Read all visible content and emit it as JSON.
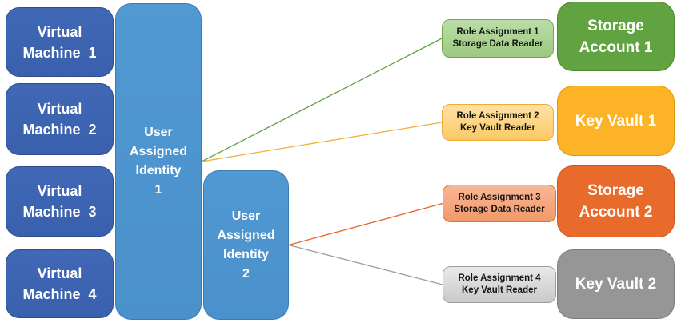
{
  "diagram": {
    "virtual_machines": [
      {
        "label": "Virtual\nMachine  1"
      },
      {
        "label": "Virtual\nMachine  2"
      },
      {
        "label": "Virtual\nMachine  3"
      },
      {
        "label": "Virtual\nMachine  4"
      }
    ],
    "identities": [
      {
        "label": "User\nAssigned\nIdentity\n1"
      },
      {
        "label": "User\nAssigned\nIdentity\n2"
      }
    ],
    "role_assignments": [
      {
        "label": "Role Assignment 1\nStorage Data Reader"
      },
      {
        "label": "Role Assignment 2\nKey Vault Reader"
      },
      {
        "label": "Role Assignment 3\nStorage Data Reader"
      },
      {
        "label": "Role Assignment 4\nKey Vault Reader"
      }
    ],
    "resources": [
      {
        "label": "Storage\nAccount 1"
      },
      {
        "label": "Key Vault 1"
      },
      {
        "label": "Storage\nAccount 2"
      },
      {
        "label": "Key Vault 2"
      }
    ],
    "connectors": [
      {
        "from": "identity-1",
        "to": "role-assignment-1",
        "color": "#5fa241"
      },
      {
        "from": "identity-1",
        "to": "role-assignment-2",
        "color": "#f2b03c"
      },
      {
        "from": "identity-2",
        "to": "role-assignment-3",
        "color": "#e8622a"
      },
      {
        "from": "identity-2",
        "to": "role-assignment-4",
        "color": "#9d9d9d"
      }
    ],
    "colors": {
      "vm_fill": "#3c64b1",
      "identity_fill": "#4d95d0",
      "ra1_fill": "#a9d18e",
      "ra1_border": "#6fa84f",
      "ra2_fill": "#fbcf78",
      "ra2_border": "#efaa3e",
      "ra3_fill": "#f4a57e",
      "ra3_border": "#e76e30",
      "ra4_fill": "#d6d6d6",
      "ra4_border": "#9e9e9e",
      "storage_account_1_fill": "#61a340",
      "key_vault_1_fill": "#fcb326",
      "storage_account_2_fill": "#e96b2c",
      "key_vault_2_fill": "#969696",
      "text_on_dark": "#ffffff",
      "text_on_light": "#151515"
    }
  }
}
